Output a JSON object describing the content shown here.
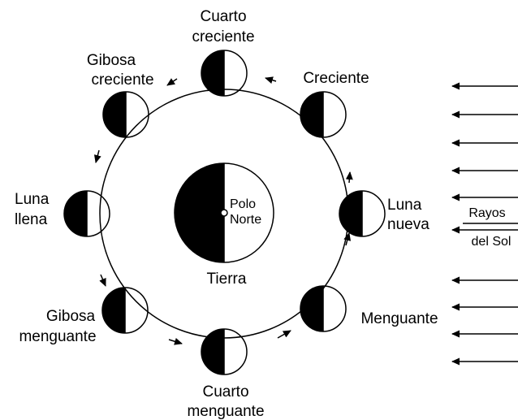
{
  "colors": {
    "ink": "#000000",
    "paper": "#ffffff"
  },
  "earth": {
    "name": "Tierra",
    "pole_line1": "Polo",
    "pole_line2": "Norte"
  },
  "phases": {
    "new_moon": {
      "line1": "Luna",
      "line2": "nueva"
    },
    "waxing_crescent": {
      "line1": "Creciente"
    },
    "first_quarter": {
      "line1": "Cuarto",
      "line2": "creciente"
    },
    "waxing_gibbous": {
      "line1": "Gibosa",
      "line2": "creciente"
    },
    "full_moon": {
      "line1": "Luna",
      "line2": "llena"
    },
    "waning_gibbous": {
      "line1": "Gibosa",
      "line2": "menguante"
    },
    "last_quarter": {
      "line1": "Cuarto",
      "line2": "menguante"
    },
    "waning_crescent": {
      "line1": "Menguante"
    }
  },
  "sun_rays": {
    "line1": "Rayos",
    "line2": "del Sol",
    "arrow_count": 10
  }
}
